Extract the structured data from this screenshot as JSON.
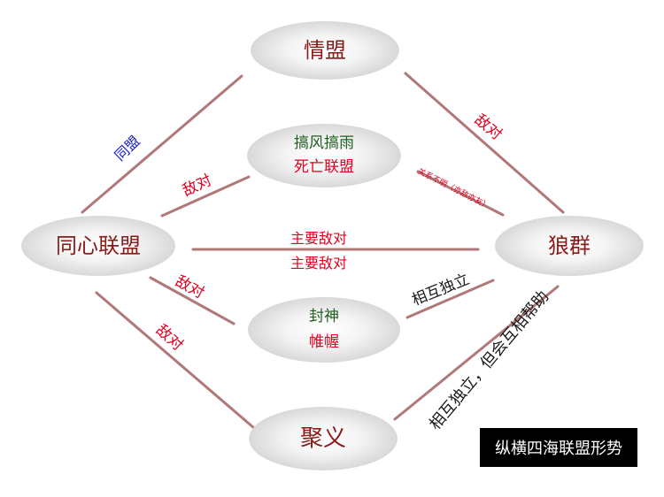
{
  "nodes": {
    "qingmeng": "情盟",
    "tongxin": "同心联盟",
    "langqun": "狼群",
    "juyi": "聚义",
    "gaofeng": "搞风搞雨",
    "siwang": "死亡联盟",
    "fengshen": "封神",
    "weiwo": "帷幄"
  },
  "edges": {
    "tongmeng": "同盟",
    "enemy_qing_lang": "敌对",
    "enemy_tongxin_gaofeng": "敌对",
    "unclear": "关系不明（亦敌亦友）",
    "main_enemy_top": "主要敌对",
    "main_enemy_bottom": "主要敌对",
    "enemy_tongxin_fengshen": "敌对",
    "independent_fengshen": "相互独立",
    "enemy_tongxin_juyi": "敌对",
    "independent_juyi": "相互独立，但会互相帮助"
  },
  "caption": "纵横四海联盟形势",
  "colors": {
    "line": "#b07878",
    "enemy": "#e1001e",
    "ally": "#1d22c8",
    "neutral": "#1a1a1a",
    "group_text": "#1f5f1f",
    "node_text": "#8b1a1a"
  }
}
